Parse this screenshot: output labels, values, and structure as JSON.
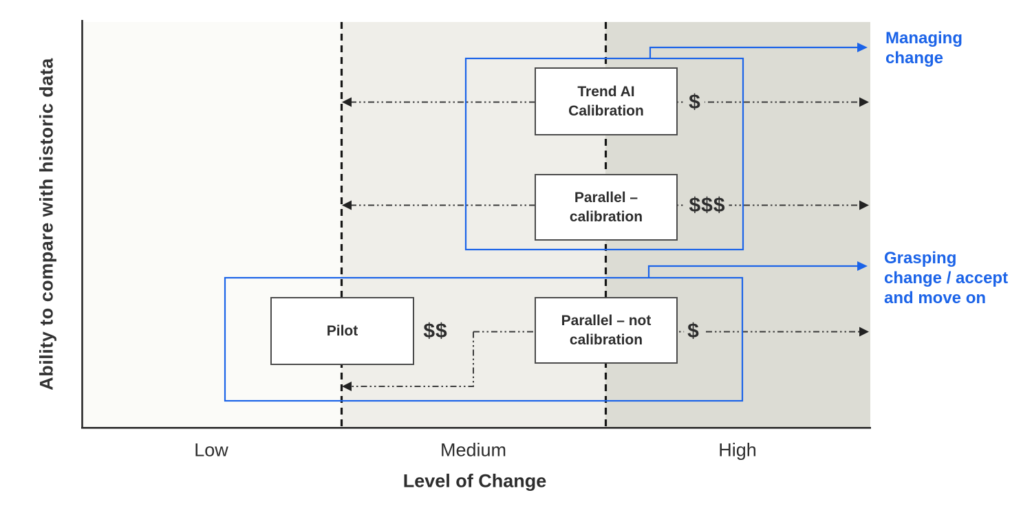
{
  "diagram": {
    "title_context": "Approach options plotted by level of change vs ability to compare with historic data"
  },
  "y_axis": {
    "label": "Ability to compare with historic data"
  },
  "x_axis": {
    "label": "Level of Change",
    "ticks": [
      "Low",
      "Medium",
      "High"
    ]
  },
  "boxes": [
    {
      "id": "trend-ai-calibration",
      "lines": [
        "Trend AI",
        "Calibration"
      ],
      "cost": "$"
    },
    {
      "id": "parallel-calibration",
      "lines": [
        "Parallel –",
        "calibration"
      ],
      "cost": "$$$"
    },
    {
      "id": "pilot",
      "lines": [
        "Pilot"
      ],
      "cost": "$$"
    },
    {
      "id": "parallel-not-calibration",
      "lines": [
        "Parallel – not",
        "calibration"
      ],
      "cost": "$"
    }
  ],
  "annotations": [
    {
      "id": "managing-change",
      "lines": [
        "Managing",
        "change"
      ]
    },
    {
      "id": "grasping-change",
      "lines": [
        "Grasping",
        "change / accept",
        "and move on"
      ]
    }
  ],
  "colors": {
    "accent_blue": "#1b63e8",
    "ink": "#2d2d2d",
    "box_border": "#4a4a4a",
    "band_low": "#fbfbf8",
    "band_medium": "#efeee9",
    "band_high": "#dcdcd4",
    "axis": "#2b2b2b"
  }
}
